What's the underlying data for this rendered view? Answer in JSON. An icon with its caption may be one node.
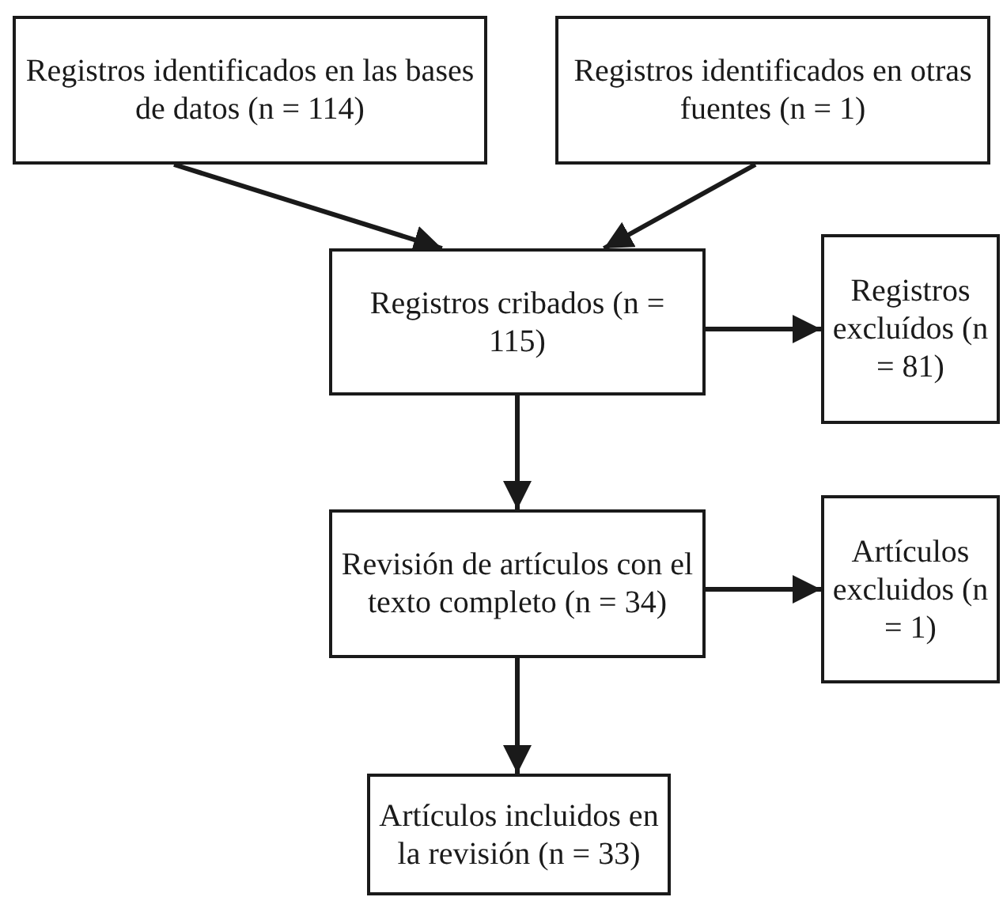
{
  "diagram": {
    "nodes": [
      {
        "text": [
          "Registros identificados en las bases de datos (n = 114)"
        ]
      },
      {
        "text": [
          "Registros identificados en otras fuentes (n = 1)"
        ]
      },
      {
        "text": [
          "Registros cribados (n = 115)"
        ]
      },
      {
        "text": [
          "Registros excluídos (n = 81)"
        ]
      },
      {
        "text": [
          "Revisión de artículos con el texto completo (n = 34)"
        ]
      },
      {
        "text": [
          "Artículos excluidos (n = 1)"
        ]
      },
      {
        "text": [
          "Artículos incluidos en la revisión (n = 33)"
        ]
      }
    ],
    "edges": [
      {
        "from": 0,
        "to": 2,
        "arrow": "to"
      },
      {
        "from": 1,
        "to": 2,
        "arrow": "to"
      },
      {
        "from": 2,
        "to": 3,
        "arrow": "to"
      },
      {
        "from": 2,
        "to": 4,
        "arrow": "to"
      },
      {
        "from": 4,
        "to": 5,
        "arrow": "to"
      },
      {
        "from": 4,
        "to": 6,
        "arrow": "to"
      }
    ]
  }
}
